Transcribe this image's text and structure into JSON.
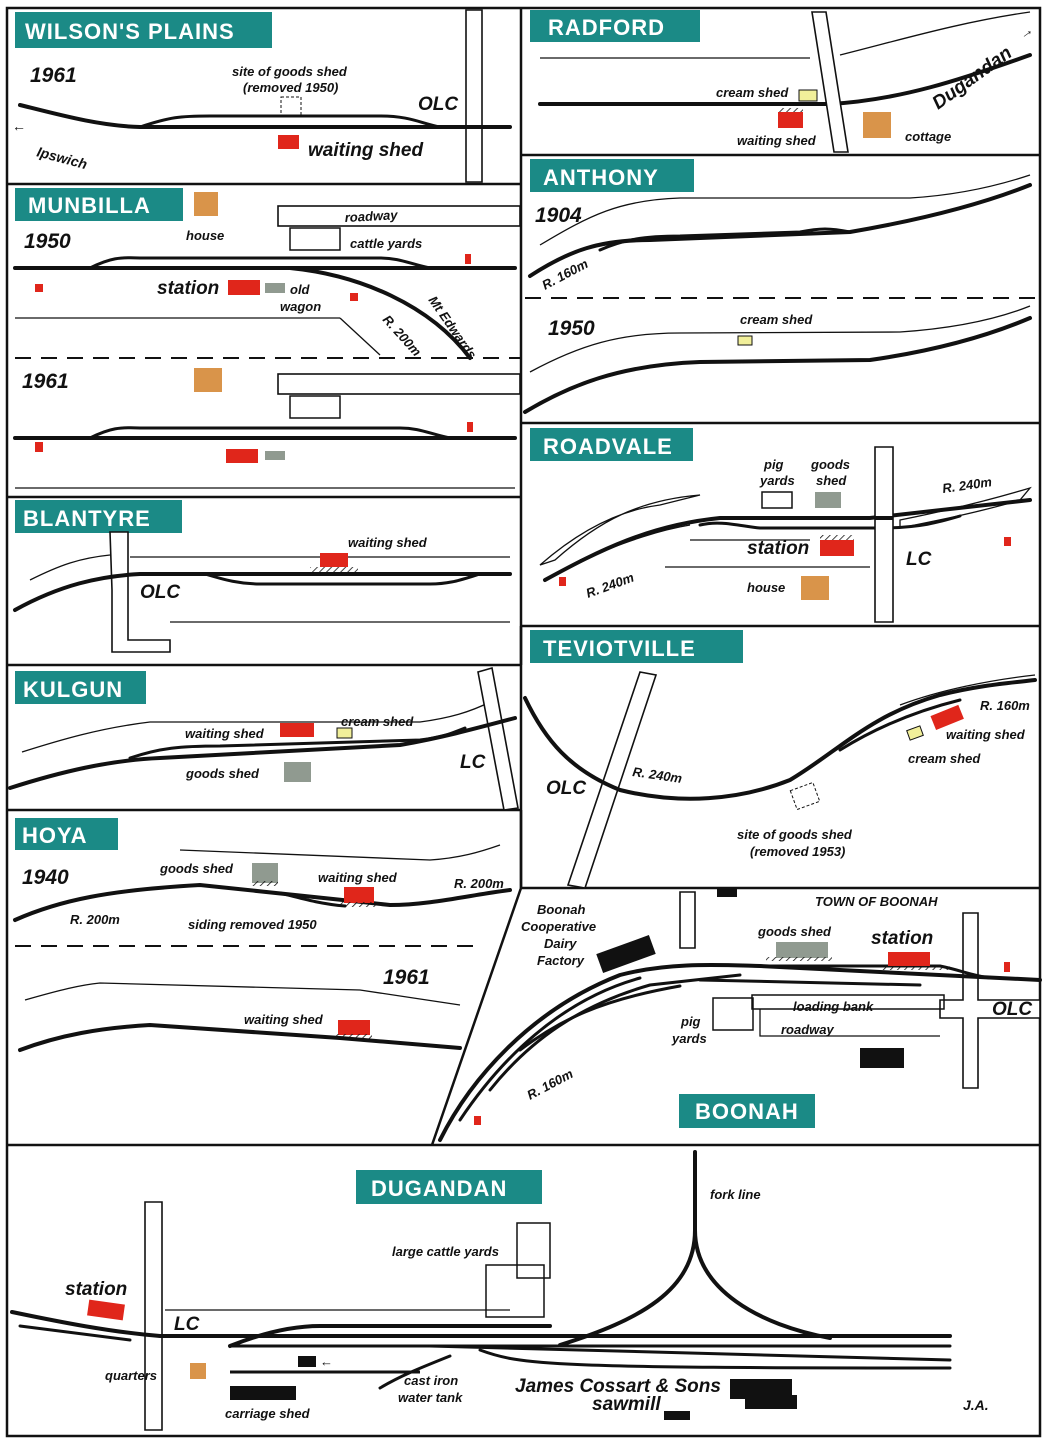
{
  "colors": {
    "title_bg": "#1b8a86",
    "title_text": "#ffffff",
    "station_red": "#e0261b",
    "house_tan": "#d9944a",
    "goods_grey": "#909a90",
    "cream_yellow": "#f1ef9a",
    "track": "#111111"
  },
  "wilsons": {
    "title": "WILSON'S PLAINS",
    "year": "1961",
    "goods_site": "site of goods shed",
    "goods_removed": "(removed 1950)",
    "olc": "OLC",
    "ipswich": "Ipswich",
    "waiting": "waiting shed"
  },
  "radford": {
    "title": "RADFORD",
    "cream": "cream shed",
    "waiting": "waiting shed",
    "dugandan": "Dugandan",
    "cottage": "cottage"
  },
  "munbilla": {
    "title": "MUNBILLA",
    "year1": "1950",
    "house": "house",
    "roadway": "roadway",
    "cattle": "cattle yards",
    "station": "station",
    "old": "old",
    "wagon": "wagon",
    "r200": "R. 200m",
    "mtedwards": "Mt Edwards",
    "year2": "1961"
  },
  "anthony": {
    "title": "ANTHONY",
    "year1": "1904",
    "r160": "R. 160m",
    "year2": "1950",
    "cream": "cream shed"
  },
  "roadvale": {
    "title": "ROADVALE",
    "pig": "pig",
    "yards": "yards",
    "goods": "goods",
    "shed": "shed",
    "r240a": "R. 240m",
    "station": "station",
    "lc": "LC",
    "r240b": "R. 240m",
    "house": "house"
  },
  "blantyre": {
    "title": "BLANTYRE",
    "waiting": "waiting shed",
    "olc": "OLC"
  },
  "teviot": {
    "title": "TEVIOTVILLE",
    "r160": "R. 160m",
    "waiting": "waiting shed",
    "cream": "cream shed",
    "olc": "OLC",
    "r240": "R. 240m",
    "goods_site": "site of goods shed",
    "goods_removed": "(removed 1953)"
  },
  "kulgun": {
    "title": "KULGUN",
    "cream": "cream shed",
    "waiting": "waiting shed",
    "goods": "goods shed",
    "lc": "LC"
  },
  "hoya": {
    "title": "HOYA",
    "year1": "1940",
    "goods": "goods shed",
    "waiting1": "waiting shed",
    "r200a": "R. 200m",
    "r200b": "R. 200m",
    "siding": "siding removed 1950",
    "year2": "1961",
    "waiting2": "waiting shed"
  },
  "boonah": {
    "title": "BOONAH",
    "town": "TOWN OF BOONAH",
    "dairy": [
      "Boonah",
      "Cooperative",
      "Dairy",
      "Factory"
    ],
    "goods": "goods shed",
    "station": "station",
    "loading": "loading bank",
    "roadway": "roadway",
    "olc": "OLC",
    "pig": "pig",
    "yards": "yards",
    "r160": "R. 160m"
  },
  "dugandan": {
    "title": "DUGANDAN",
    "fork": "fork line",
    "cattle": "large cattle yards",
    "station": "station",
    "lc": "LC",
    "quarters": "quarters",
    "cast": "cast iron",
    "water": "water tank",
    "carriage": "carriage shed",
    "cossart": "James Cossart & Sons",
    "sawmill": "sawmill",
    "initials": "J.A."
  }
}
